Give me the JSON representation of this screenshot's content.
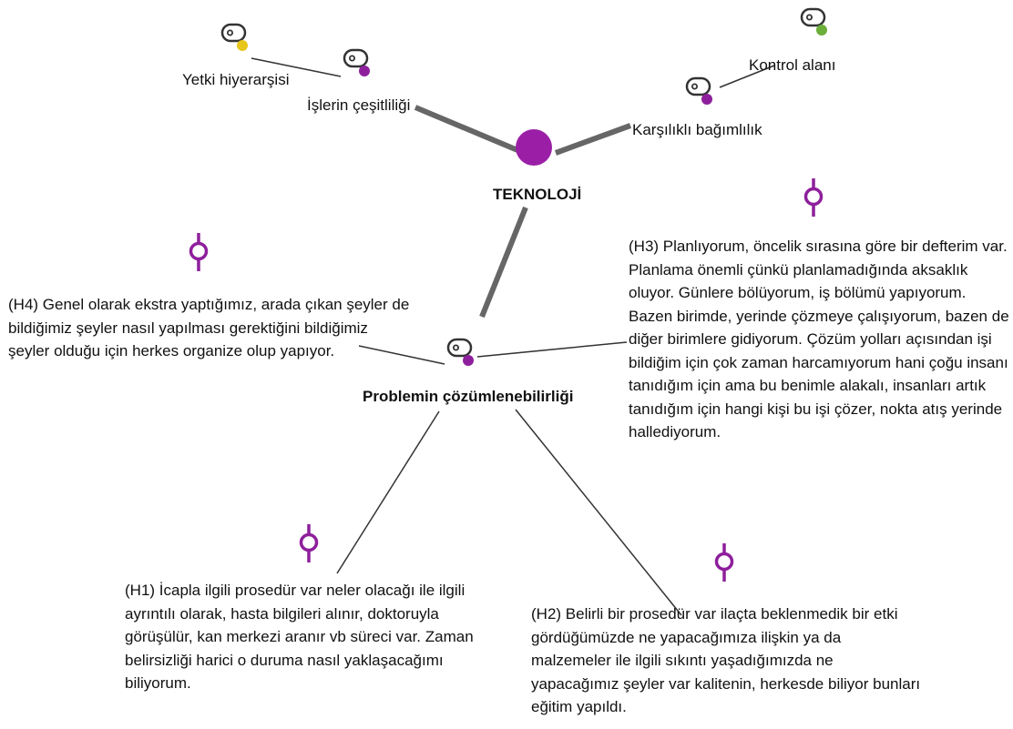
{
  "colors": {
    "central": "#9b1fa6",
    "code_purple": "#8e1f9c",
    "code_yellow": "#e7c61a",
    "code_green": "#6cae3a",
    "memo": "#8e1f9c",
    "thick_link": "#666666",
    "thin_link": "#333333"
  },
  "center": {
    "label": "TEKNOLOJİ"
  },
  "codes": [
    {
      "id": "yetki",
      "label": "Yetki hiyerarşisi",
      "dot_color": "yellow"
    },
    {
      "id": "isler",
      "label": "İşlerin çeşitliliği",
      "dot_color": "purple"
    },
    {
      "id": "kontrol",
      "label": "Kontrol alanı",
      "dot_color": "green"
    },
    {
      "id": "karsilikli",
      "label": "Karşılıklı bağımlılık",
      "dot_color": "purple"
    },
    {
      "id": "problem",
      "label": "Problemin çözümlenebilirliği",
      "dot_color": "purple"
    }
  ],
  "quotes": {
    "h4": [
      "(H4) Genel olarak ekstra yaptığımız, arada çıkan şeyler de",
      "bildiğimiz şeyler nasıl yapılması gerektiğini bildiğimiz",
      "şeyler olduğu için herkes organize olup yapıyor."
    ],
    "h3": [
      "(H3) Planlıyorum, öncelik sırasına göre bir defterim var.",
      "Planlama önemli çünkü planlamadığında aksaklık",
      "oluyor. Günlere bölüyorum, iş bölümü yapıyorum.",
      "Bazen birimde, yerinde çözmeye çalışıyorum, bazen de",
      "diğer birimlere gidiyorum. Çözüm yolları açısından işi",
      "bildiğim için çok zaman harcamıyorum hani çoğu insanı",
      "tanıdığım için ama bu benimle alakalı, insanları artık",
      "tanıdığım için hangi kişi bu işi çözer, nokta atış yerinde",
      "hallediyorum."
    ],
    "h1": [
      "(H1) İcapla ilgili prosedür var neler olacağı ile ilgili",
      "ayrıntılı olarak, hasta bilgileri alınır, doktoruyla",
      "görüşülür, kan merkezi aranır vb süreci var. Zaman",
      "belirsizliği harici o duruma nasıl yaklaşacağımı",
      "biliyorum."
    ],
    "h2": [
      "(H2) Belirli bir prosedür var ilaçta beklenmedik bir etki",
      "gördüğümüzde ne yapacağımıza ilişkin ya da",
      "malzemeler ile ilgili sıkıntı yaşadığımızda ne",
      "yapacağımız şeyler var kalitenin, herkesde biliyor bunları",
      "eğitim yapıldı."
    ]
  }
}
